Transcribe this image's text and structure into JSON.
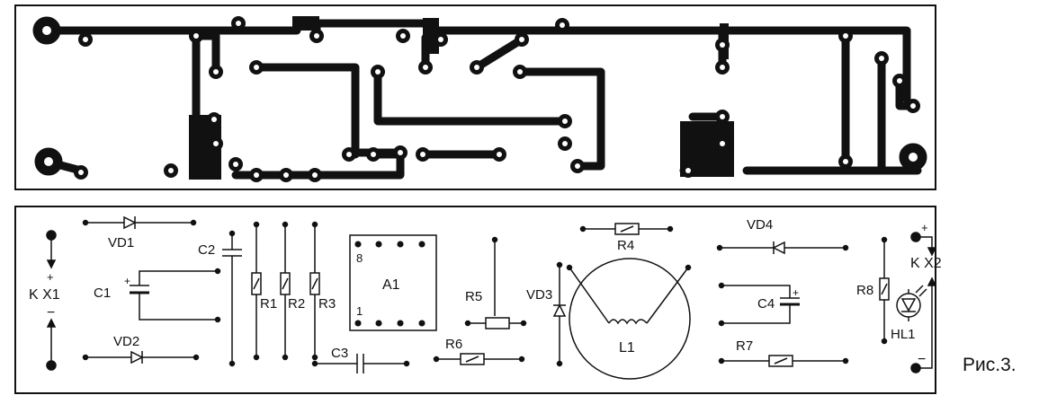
{
  "figure": {
    "caption": "Рис.3.",
    "pcb_top": {
      "name": "pcb-copper-traces"
    },
    "assembly_bottom": {
      "labels": {
        "vd1": "VD1",
        "vd2": "VD2",
        "vd3": "VD3",
        "vd4": "VD4",
        "c1": "C1",
        "c2": "C2",
        "c3": "C3",
        "c4": "C4",
        "r1": "R1",
        "r2": "R2",
        "r3": "R3",
        "r4": "R4",
        "r5": "R5",
        "r6": "R6",
        "r7": "R7",
        "r8": "R8",
        "a1": "A1",
        "l1": "L1",
        "hl1": "HL1",
        "kx1": "K X1",
        "kx2": "K X2",
        "pin8": "8",
        "pin1": "1",
        "plus": "+",
        "minus": "−"
      }
    }
  },
  "colors": {
    "ink": "#111111",
    "paper": "#ffffff"
  }
}
